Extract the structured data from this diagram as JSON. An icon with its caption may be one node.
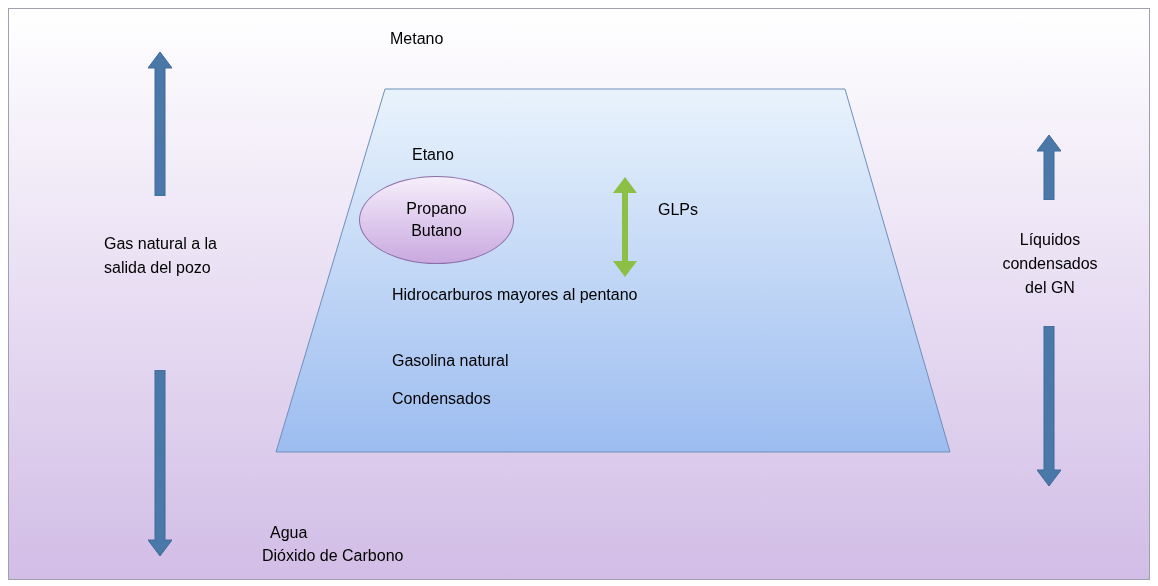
{
  "diagram": {
    "nodes": [
      {
        "text": [
          "Etano",
          "Hidrocarburos mayores al pentano",
          "Gasolina natural",
          "Condensados"
        ]
      },
      {
        "text": [
          "Propano Butano"
        ],
        "in": 0
      }
    ],
    "edges": [],
    "labels": [
      "Metano",
      "Gas natural a la salida del pozo",
      "Líquidos condensados del GN",
      "GLPs",
      "Agua",
      "Dióxido de Carbono"
    ]
  }
}
